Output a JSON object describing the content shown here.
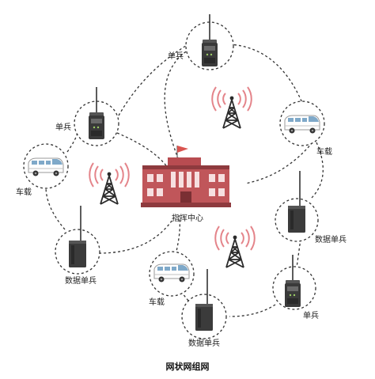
{
  "diagram": {
    "caption": "网状网组网",
    "command_center": {
      "label": "指挥中心",
      "icon": "command-center-building-icon"
    },
    "nodes": [
      {
        "label": "单兵",
        "icon": "soldier-radio-icon"
      },
      {
        "label": "单兵",
        "icon": "soldier-radio-icon"
      },
      {
        "label": "车载",
        "icon": "vehicle-van-icon"
      },
      {
        "label": "车载",
        "icon": "vehicle-van-icon"
      },
      {
        "label": "数据单兵",
        "icon": "data-radio-icon"
      },
      {
        "label": "数据单兵",
        "icon": "data-radio-icon"
      },
      {
        "label": "车载",
        "icon": "vehicle-van-icon"
      },
      {
        "label": "单兵",
        "icon": "soldier-radio-icon"
      },
      {
        "label": "数据单兵",
        "icon": "data-radio-icon"
      }
    ],
    "towers": [
      {
        "icon": "signal-tower-icon"
      },
      {
        "icon": "signal-tower-icon"
      },
      {
        "icon": "signal-tower-icon"
      }
    ],
    "colors": {
      "building": "#c0565a",
      "building_dark": "#8e3a3e",
      "flag": "#d9534f",
      "tower": "#2b2b2b",
      "signal": "#e4848a",
      "radio": "#3a3a3a",
      "van": "#ffffff"
    }
  }
}
